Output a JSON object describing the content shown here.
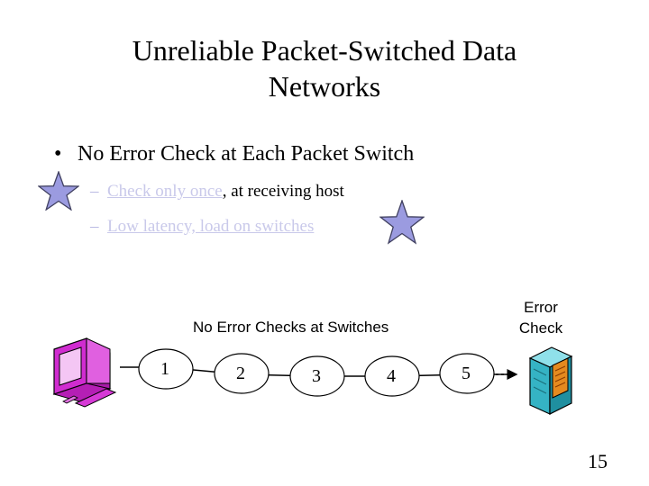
{
  "title": {
    "line1": "Unreliable Packet-Switched Data",
    "line2": "Networks"
  },
  "bullets": {
    "main": "No Error Check at Each Packet Switch",
    "main_marker": "•",
    "sub_marker": "–",
    "sub1": {
      "link": "Check only once",
      "rest": ", at receiving host"
    },
    "sub2": {
      "link": "Low latency, load on switches"
    }
  },
  "diagram": {
    "caption": "No Error Checks at Switches",
    "error_check_line1": "Error",
    "error_check_line2": "Check",
    "switches": [
      "1",
      "2",
      "3",
      "4",
      "5"
    ],
    "icons": [
      "computer-icon",
      "server-icon",
      "star-icon"
    ]
  },
  "colors": {
    "star_fill": "#9b9be0",
    "link_text": "#c9c9ea",
    "computer": "#c71fc7",
    "server": "#3bb8c8",
    "server_panel": "#e58a1f"
  },
  "page_number": "15"
}
